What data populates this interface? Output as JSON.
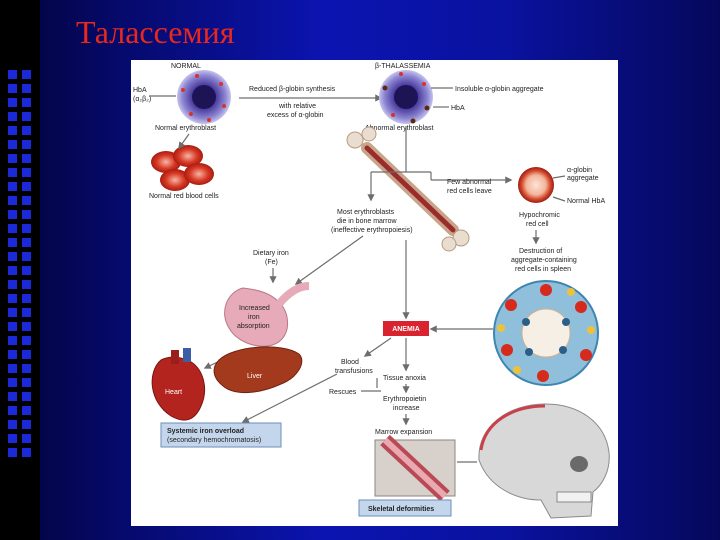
{
  "slide": {
    "title": "Талассемия",
    "accent_color": "#e8281c",
    "anemia_color": "#d9232e"
  },
  "diagram": {
    "normal_header": "NORMAL",
    "thal_header": "β-THALASSEMIA",
    "hba_label_1": "HbA",
    "hba_label_2": "(α₂β₂)",
    "reduced_synthesis": "Reduced β-globin synthesis",
    "relative_excess_1": "with relative",
    "relative_excess_2": "excess of α-globin",
    "insoluble_aggregate": "Insoluble α-globin aggregate",
    "hba_right": "HbA",
    "normal_erythroblast": "Normal erythroblast",
    "abnormal_erythroblast": "Abnormal erythroblast",
    "normal_rbc": "Normal red blood cells",
    "few_abnormal_1": "Few abnormal",
    "few_abnormal_2": "red cells leave",
    "alpha_aggregate_1": "α-globin",
    "alpha_aggregate_2": "aggregate",
    "normal_hba": "Normal HbA",
    "hypochromic_1": "Hypochromic",
    "hypochromic_2": "red cell",
    "most_erythroblasts_1": "Most erythroblasts",
    "most_erythroblasts_2": "die in bone marrow",
    "most_erythroblasts_3": "(ineffective erythropoiesis)",
    "dietary_iron_1": "Dietary iron",
    "dietary_iron_2": "(Fe)",
    "destruction_1": "Destruction of",
    "destruction_2": "aggregate-containing",
    "destruction_3": "red cells in spleen",
    "increased_iron_1": "Increased",
    "increased_iron_2": "iron",
    "increased_iron_3": "absorption",
    "anemia": "ANEMIA",
    "heart": "Heart",
    "liver": "Liver",
    "blood_transfusions_1": "Blood",
    "blood_transfusions_2": "transfusions",
    "tissue_anoxia": "Tissue anoxia",
    "rescues": "Rescues",
    "epo_1": "Erythropoietin",
    "epo_2": "increase",
    "systemic_iron_1": "Systemic iron overload",
    "systemic_iron_2": "(secondary hemochromatosis)",
    "marrow_expansion": "Marrow expansion",
    "skeletal_deformities": "Skeletal deformities"
  }
}
